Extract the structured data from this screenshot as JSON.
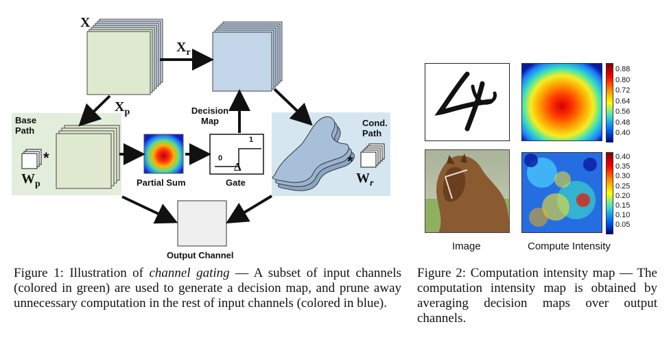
{
  "figure1": {
    "labels": {
      "x": "X",
      "xr": "X",
      "xr_sub": "r",
      "xp": "X",
      "xp_sub": "p",
      "base_path": "Base",
      "base_path2": "Path",
      "wp": "W",
      "wp_sub": "p",
      "star": "*",
      "partial_sum": "Partial Sum",
      "decision_map": "Decision",
      "decision_map2": "Map",
      "gate": "Gate",
      "gate_one": "1",
      "gate_zero": "0",
      "gate_delta": "Δ",
      "cond_path": "Cond.",
      "cond_path2": "Path",
      "wr": "W",
      "wr_sub": "r",
      "output_channel": "Output Channel"
    },
    "caption": {
      "prefix": "Figure 1: Illustration of ",
      "italic": "channel gating",
      "rest": " — A subset of input channels (colored in green) are used to generate a decision map, and prune away unnecessary computation in the rest of input channels (colored in blue)."
    },
    "colors": {
      "green": "#e3eddc",
      "blue_box": "#d6e6f0",
      "stack_green": "#dfe9cf",
      "stack_blue": "#bcd0e6",
      "output": "#efefef"
    }
  },
  "figure2": {
    "labels": {
      "image": "Image",
      "compute_intensity": "Compute Intensity"
    },
    "colorbar_top": [
      "0.88",
      "0.80",
      "0.72",
      "0.64",
      "0.56",
      "0.48",
      "0.40"
    ],
    "colorbar_bottom": [
      "0.40",
      "0.35",
      "0.30",
      "0.25",
      "0.20",
      "0.15",
      "0.10",
      "0.05"
    ],
    "caption": {
      "text": "Figure 2: Computation intensity map — The computation intensity map is obtained by averaging decision maps over output channels."
    }
  }
}
